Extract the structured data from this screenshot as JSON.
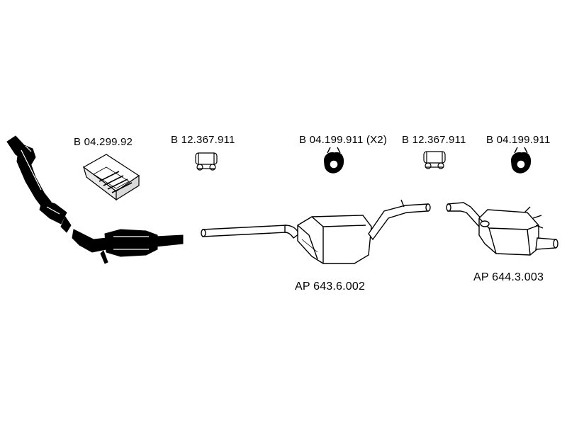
{
  "labels": {
    "mounting_kit": "B 04.299.92",
    "clamp_1": "B 12.367.911",
    "hanger_1": "B 04.199.911 (X2)",
    "clamp_2": "B 12.367.911",
    "hanger_2": "B 04.199.911",
    "middle_silencer": "AP 643.6.002",
    "rear_silencer": "AP 644.3.003"
  },
  "colors": {
    "ink": "#000000",
    "part_fill": "#ffffff",
    "shade": "#bfbfbf"
  }
}
